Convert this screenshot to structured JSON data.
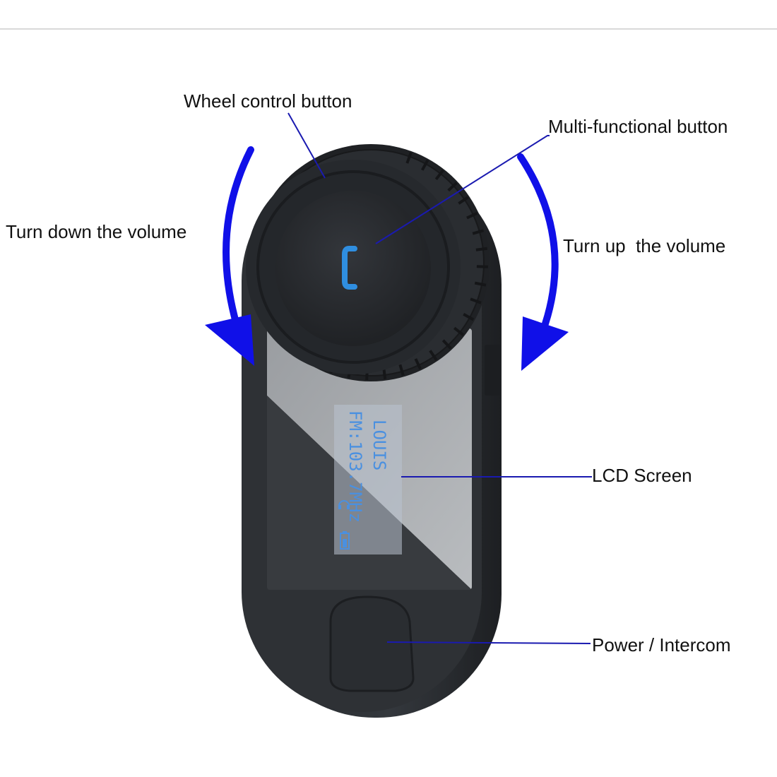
{
  "labels": {
    "wheel_control": "Wheel control button",
    "multi_functional": "Multi-functional button",
    "turn_down": "Turn down the volume",
    "turn_up": "Turn up  the volume",
    "lcd_screen": "LCD Screen",
    "power_intercom": "Power / Intercom"
  },
  "lcd_display": {
    "line1": "LOUIS",
    "line2": "FM:103.7MHz"
  },
  "icons": {
    "phone": "phone-icon",
    "battery": "battery-icon",
    "headset": "headset-icon"
  },
  "colors": {
    "arrow": "#1010e8",
    "leader_line": "#1a1ab0",
    "lcd_text": "#4a90e0",
    "phone_icon": "#2f8ee0",
    "device_body": "#2b2e33",
    "label_text": "#111111"
  }
}
